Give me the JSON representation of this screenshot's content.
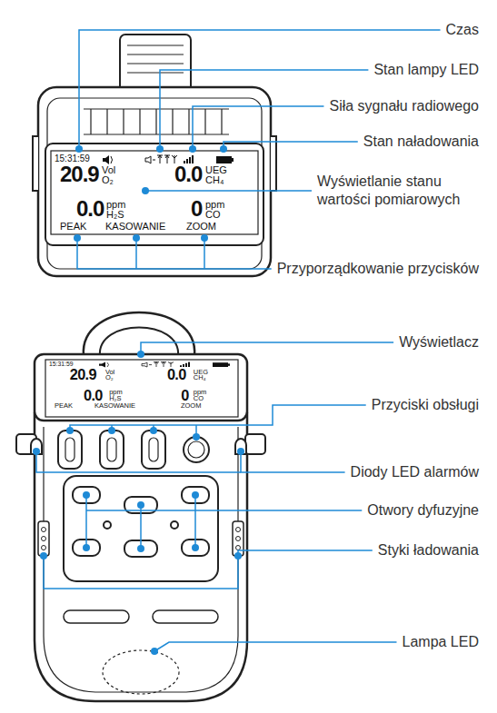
{
  "diagram": {
    "labels": [
      "Czas",
      "Stan lampy LED",
      "Siła sygnału radiowego",
      "Stan naładowania",
      "15:31:59",
      "20.9",
      "Vol",
      "O₂",
      "0.0",
      "UEG",
      "CH₄",
      "0.0",
      "ppm",
      "H₂S",
      "0",
      "ppm",
      "CO",
      "PEAK",
      "KASOWANIE",
      "ZOOM",
      "Wyświetlanie stanu wartości pomiarowych",
      "Przyporządkowanie przycisków",
      "Wyświetlacz",
      "15:31:59",
      "20.9",
      "Vol",
      "O₂",
      "0.0",
      "UEG",
      "CH₄",
      "0.0",
      "ppm",
      "H₂S",
      "0",
      "ppm",
      "CO",
      "PEAK",
      "KASOWANIE",
      "ZOOM",
      "Przyciski obsługi",
      "Diody LED alarmów",
      "Otwory dyfuzyjne",
      "Styki ładowania",
      "Lampa LED"
    ]
  }
}
